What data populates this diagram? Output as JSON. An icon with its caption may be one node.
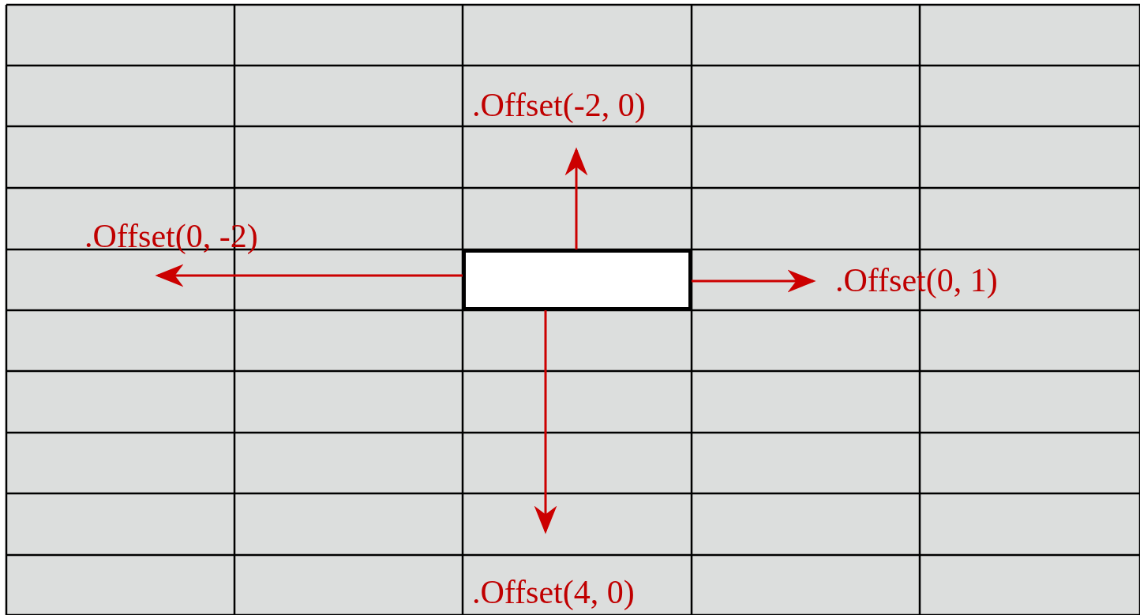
{
  "diagram": {
    "nodes": [
      {
        "text": [],
        "shape": "box"
      },
      {
        "text": [
          ".Offset(-2, 0)"
        ]
      },
      {
        "text": [
          ".Offset(0, -2)"
        ]
      },
      {
        "text": [
          ".Offset(0, 1)"
        ]
      },
      {
        "text": [
          ".Offset(4, 0)"
        ]
      }
    ],
    "edges": [
      {
        "from": 0,
        "to": 1,
        "arrow": "to"
      },
      {
        "from": 0,
        "to": 2,
        "arrow": "to"
      },
      {
        "from": 0,
        "to": 3,
        "arrow": "to"
      },
      {
        "from": 0,
        "to": 4,
        "arrow": "to"
      }
    ]
  }
}
